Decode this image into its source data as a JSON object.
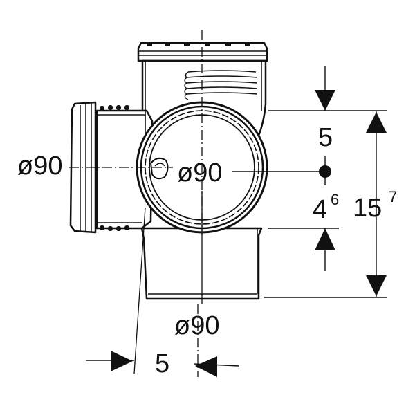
{
  "drawing": {
    "line_color": "#111111",
    "background": "#ffffff",
    "labels": {
      "side_diameter": "ø90",
      "center_diameter": "ø90",
      "bottom_diameter": "ø90",
      "offset_vertical": "5",
      "offset_horizontal": "5",
      "inner_height_base": "4",
      "inner_height_sup": "6",
      "total_height_base": "15",
      "total_height_sup": "7"
    }
  }
}
